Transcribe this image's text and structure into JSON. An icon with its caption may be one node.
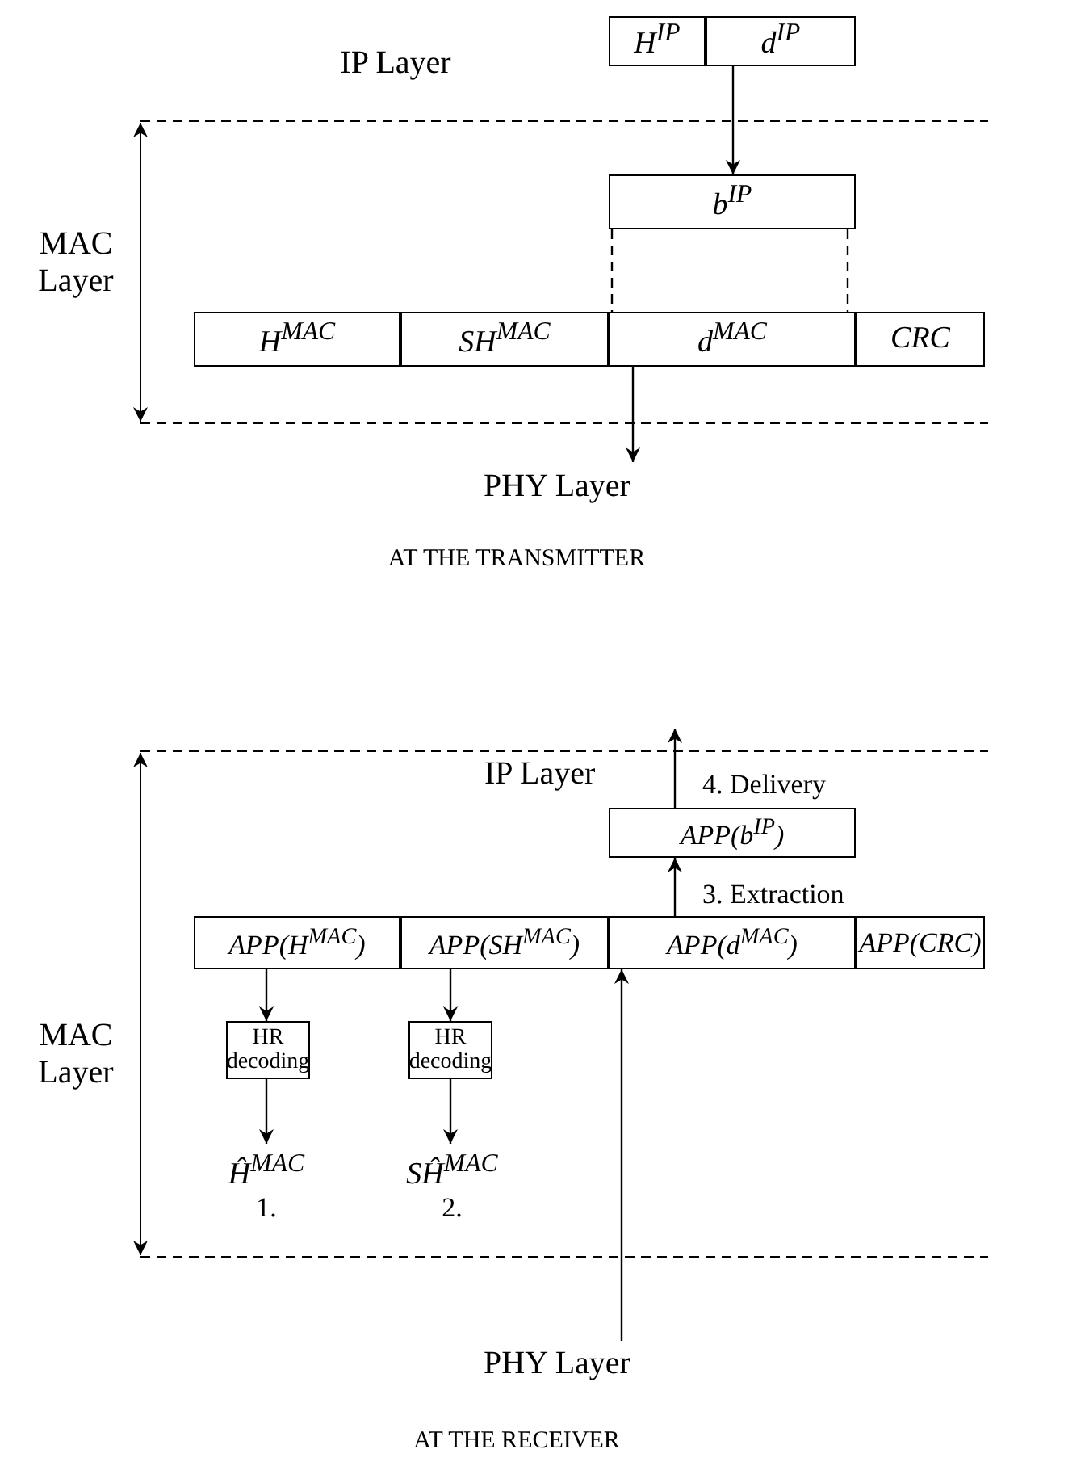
{
  "diagram": {
    "nodes": [
      {
        "text": [
          "H$^{IP}$"
        ]
      },
      {
        "text": [
          "d$^{IP}$"
        ]
      },
      {
        "text": [
          "b$^{IP}$"
        ]
      },
      {
        "text": [
          "H$^{MAC}$"
        ]
      },
      {
        "text": [
          "SH$^{MAC}$"
        ]
      },
      {
        "text": [
          "d$^{MAC}$"
        ]
      },
      {
        "text": [
          "CRC"
        ]
      },
      {
        "text": [
          "PHY Layer"
        ]
      },
      {
        "text": [
          "IP Layer"
        ]
      },
      {
        "text": [
          "APP(b$^{IP}$)"
        ]
      },
      {
        "text": [
          "APP(H$^{MAC}$)"
        ]
      },
      {
        "text": [
          "APP(SH$^{MAC}$)"
        ]
      },
      {
        "text": [
          "APP(d$^{MAC}$)"
        ]
      },
      {
        "text": [
          "APP(CRC)"
        ]
      },
      {
        "text": [
          "HR decoding"
        ]
      },
      {
        "text": [
          "HR decoding"
        ]
      },
      {
        "text": [
          "Ĥ$^{MAC}$"
        ],
        "beside": [
          "1."
        ]
      },
      {
        "text": [
          "SĤ$^{MAC}$"
        ],
        "beside": [
          "2."
        ]
      },
      {
        "text": [
          "PHY Layer"
        ]
      }
    ],
    "edges": [
      {
        "from": 1,
        "to": 2,
        "arrow": "to"
      },
      {
        "from": 2,
        "to": 5,
        "arrow": "none",
        "style": "dashed"
      },
      {
        "from": 5,
        "to": 7,
        "arrow": "to"
      },
      {
        "from": 12,
        "to": 9,
        "arrow": "to",
        "label": "3. Extraction"
      },
      {
        "from": 9,
        "to": 8,
        "arrow": "to",
        "label": "4. Delivery"
      },
      {
        "from": 10,
        "to": 14,
        "arrow": "to"
      },
      {
        "from": 14,
        "to": 16,
        "arrow": "to"
      },
      {
        "from": 11,
        "to": 15,
        "arrow": "to"
      },
      {
        "from": 15,
        "to": 17,
        "arrow": "to"
      },
      {
        "from": 18,
        "to": 12,
        "arrow": "to"
      }
    ],
    "labels": [
      "IP Layer",
      "MAC Layer",
      "AT THE TRANSMITTER",
      "MAC Layer",
      "AT THE RECEIVER"
    ]
  }
}
